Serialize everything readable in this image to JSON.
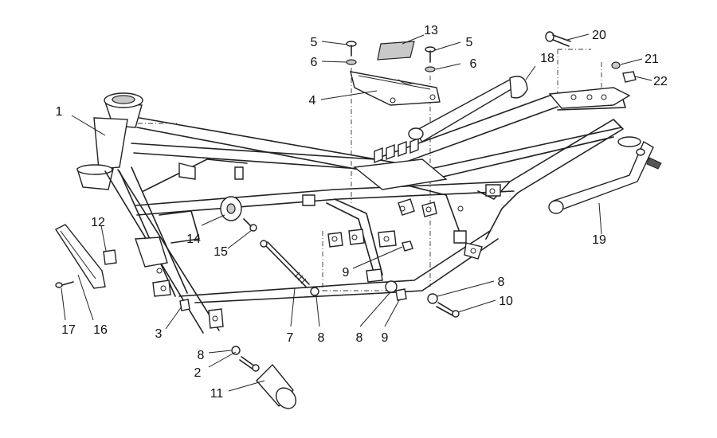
{
  "diagram": {
    "callouts": [
      {
        "id": "c1",
        "text": "1"
      },
      {
        "id": "c2",
        "text": "2"
      },
      {
        "id": "c3",
        "text": "3"
      },
      {
        "id": "c4",
        "text": "4"
      },
      {
        "id": "c5a",
        "text": "5"
      },
      {
        "id": "c5b",
        "text": "5"
      },
      {
        "id": "c6a",
        "text": "6"
      },
      {
        "id": "c6b",
        "text": "6"
      },
      {
        "id": "c7",
        "text": "7"
      },
      {
        "id": "c8a",
        "text": "8"
      },
      {
        "id": "c8b",
        "text": "8"
      },
      {
        "id": "c8c",
        "text": "8"
      },
      {
        "id": "c8d",
        "text": "8"
      },
      {
        "id": "c9a",
        "text": "9"
      },
      {
        "id": "c9b",
        "text": "9"
      },
      {
        "id": "c10",
        "text": "10"
      },
      {
        "id": "c11",
        "text": "11"
      },
      {
        "id": "c12",
        "text": "12"
      },
      {
        "id": "c13",
        "text": "13"
      },
      {
        "id": "c14",
        "text": "14"
      },
      {
        "id": "c15",
        "text": "15"
      },
      {
        "id": "c16",
        "text": "16"
      },
      {
        "id": "c17",
        "text": "17"
      },
      {
        "id": "c18",
        "text": "18"
      },
      {
        "id": "c19",
        "text": "19"
      },
      {
        "id": "c20",
        "text": "20"
      },
      {
        "id": "c21",
        "text": "21"
      },
      {
        "id": "c22",
        "text": "22"
      }
    ]
  }
}
